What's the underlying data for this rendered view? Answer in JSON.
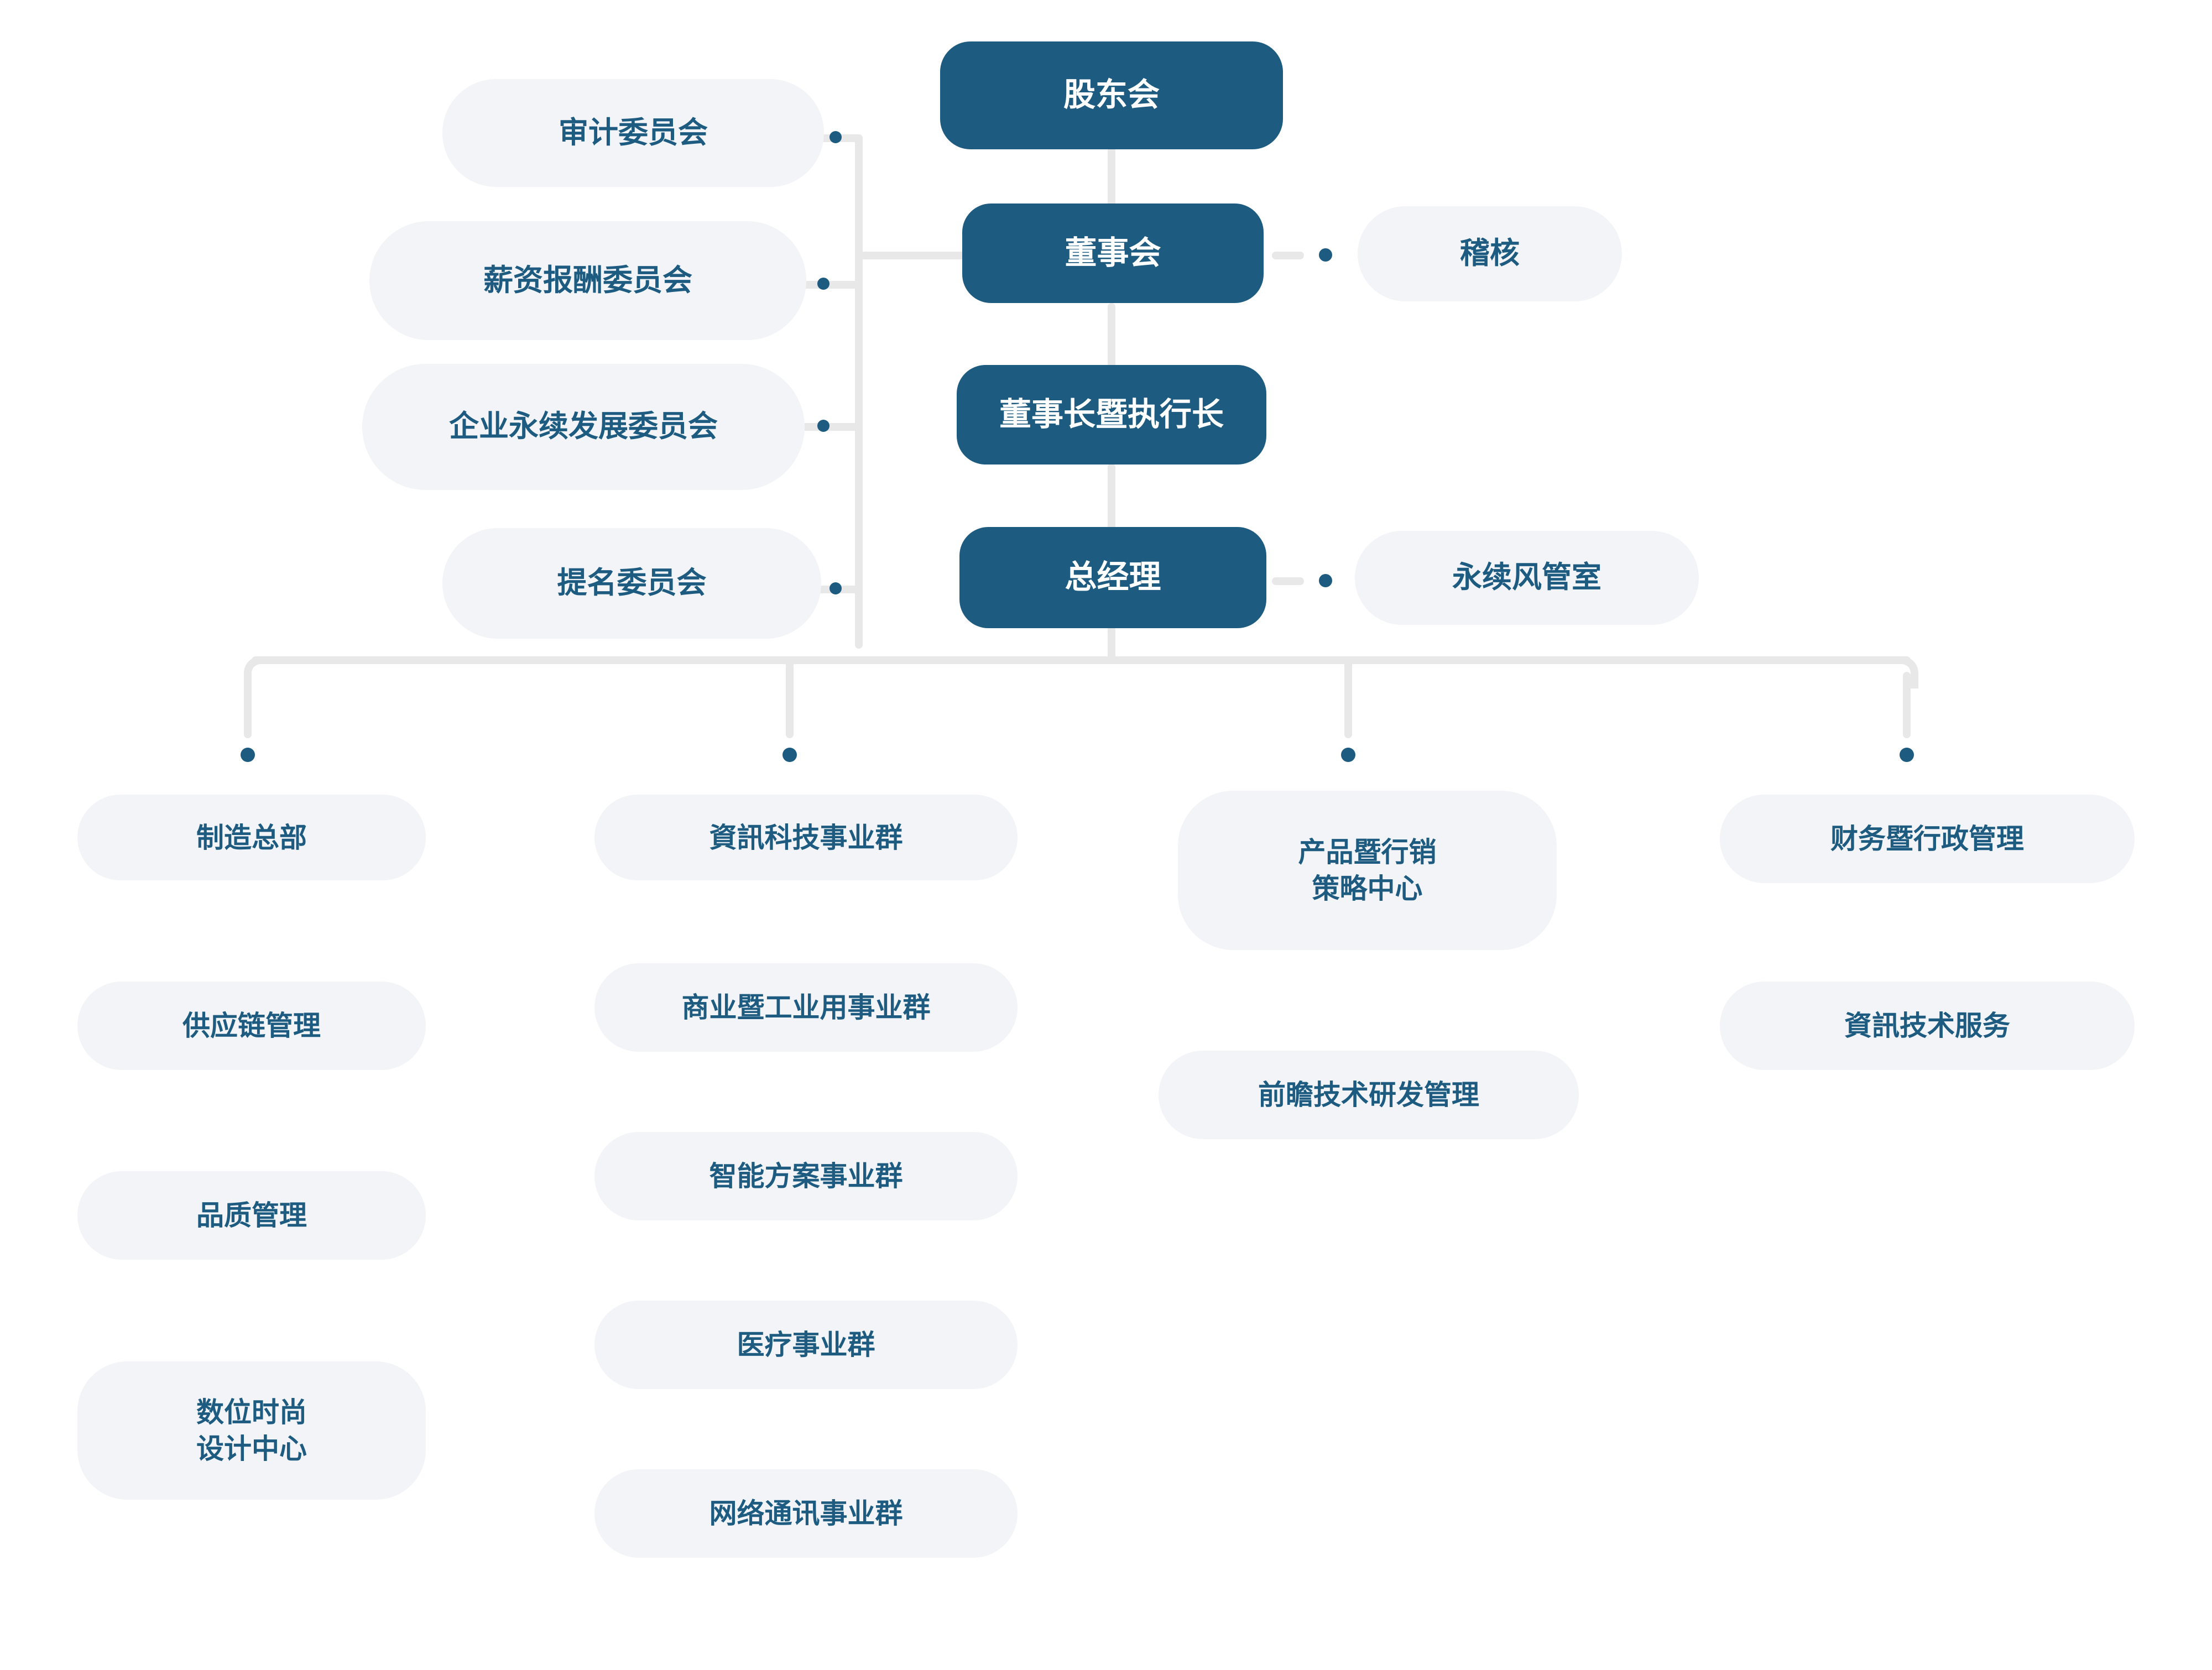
{
  "theme": {
    "accent": "#1d5b80",
    "node_bg": "#f2f4f8",
    "connector": "#e8e8e8",
    "page_bg": "#ffffff"
  },
  "chart_title": "",
  "governance": {
    "shareholders": "股东会",
    "board": "董事会",
    "chairman_ceo": "董事长暨执行长",
    "general_manager": "总经理"
  },
  "committees": [
    {
      "label": "审计委员会"
    },
    {
      "label": "薪资报酬委员会"
    },
    {
      "label": "企业永续发展委员会"
    },
    {
      "label": "提名委员会"
    }
  ],
  "staff_units": [
    {
      "label": "稽核",
      "reports_to": "董事会"
    },
    {
      "label": "永续风管室",
      "reports_to": "总经理"
    }
  ],
  "divisions": [
    {
      "branch": 1,
      "units": [
        {
          "label": "制造总部"
        },
        {
          "label": "供应链管理"
        },
        {
          "label": "品质管理"
        },
        {
          "label": "数位时尚\n设计中心"
        }
      ]
    },
    {
      "branch": 2,
      "units": [
        {
          "label": "資訊科技事业群"
        },
        {
          "label": "商业暨工业用事业群"
        },
        {
          "label": "智能方案事业群"
        },
        {
          "label": "医疗事业群"
        },
        {
          "label": "网络通讯事业群"
        }
      ]
    },
    {
      "branch": 3,
      "units": [
        {
          "label": "产品暨行销\n策略中心"
        },
        {
          "label": "前瞻技术研发管理"
        }
      ]
    },
    {
      "branch": 4,
      "units": [
        {
          "label": "财务暨行政管理"
        },
        {
          "label": "資訊技术服务"
        }
      ]
    }
  ]
}
